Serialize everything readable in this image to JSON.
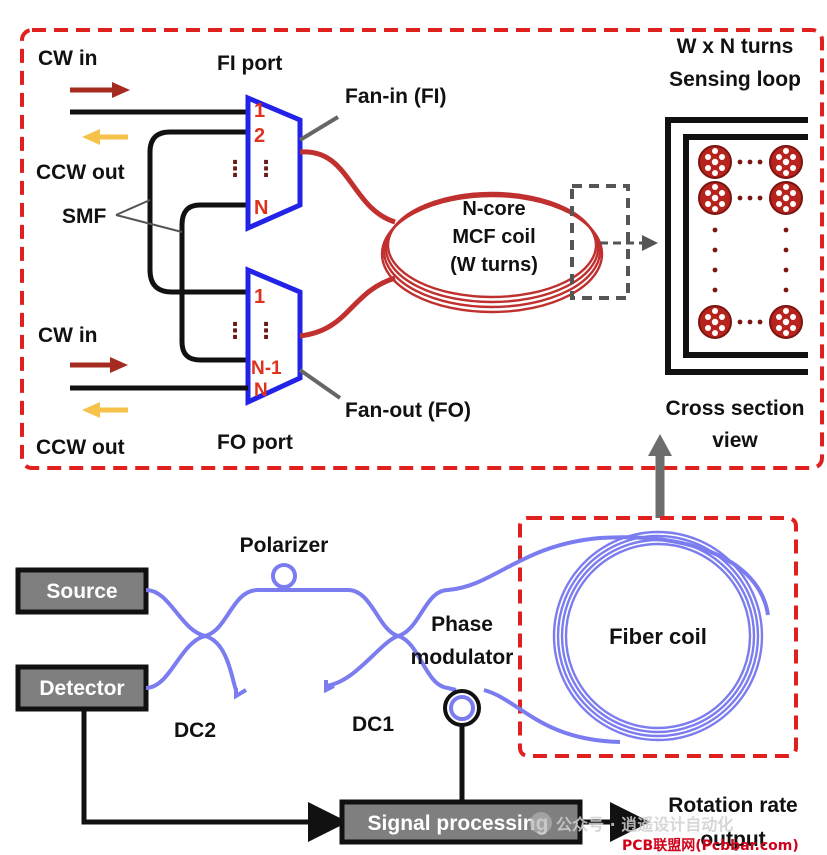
{
  "top_panel": {
    "cw_in_top": "CW in",
    "ccw_out_top": "CCW out",
    "fi_port": "FI port",
    "fan_in": "Fan-in (FI)",
    "smf": "SMF",
    "cw_in_bottom": "CW in",
    "ccw_out_bottom": "CCW out",
    "fo_port": "FO port",
    "fan_out": "Fan-out (FO)",
    "fi_labels": {
      "l1": "1",
      "l2": "2",
      "dots": "⋮",
      "ln": "N"
    },
    "fo_labels": {
      "l1": "1",
      "dots": "⋮",
      "ln1": "N-1",
      "ln": "N"
    },
    "coil": {
      "line1": "N-core",
      "line2": "MCF coil",
      "line3": "(W turns)"
    },
    "sensing_loop": {
      "line1": "W x N turns",
      "line2": "Sensing loop"
    },
    "cross_section": {
      "line1": "Cross section",
      "line2": "view"
    }
  },
  "bottom_panel": {
    "source": "Source",
    "detector": "Detector",
    "polarizer": "Polarizer",
    "phase_modulator": {
      "line1": "Phase",
      "line2": "modulator"
    },
    "dc1": "DC1",
    "dc2": "DC2",
    "fiber_coil": "Fiber coil",
    "signal_processing": "Signal processing",
    "rotation_rate": {
      "line1": "Rotation rate",
      "line2": "output"
    }
  },
  "watermark": {
    "wechat": "公众号 · 逍遥设计自动化",
    "site": "PCB联盟网(Pcbbar.com)"
  },
  "colors": {
    "dashed_frame": "#e0201e",
    "fiber_blue": "#7b7cf0",
    "mcf_red": "#c0302e",
    "fan_blue": "#2323e8",
    "cw_arrow": "#a52a1f",
    "ccw_arrow": "#f6c24a",
    "box_gray": "#7f7f7f"
  }
}
